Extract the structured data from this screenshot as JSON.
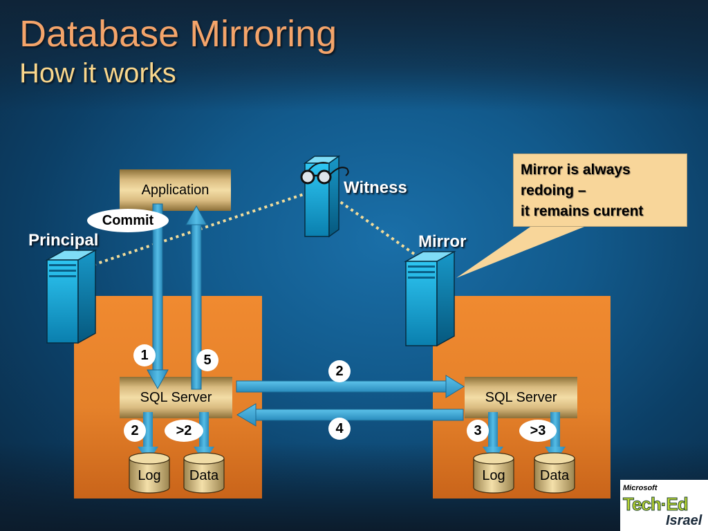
{
  "slide": {
    "title": "Database Mirroring",
    "subtitle": "How it works"
  },
  "nodes": {
    "application": "Application",
    "witness": "Witness",
    "principal": "Principal",
    "mirror": "Mirror",
    "sql_server_left": "SQL Server",
    "sql_server_right": "SQL Server",
    "log_left": "Log",
    "data_left": "Data",
    "log_right": "Log",
    "data_right": "Data"
  },
  "commit_label": "Commit",
  "steps": {
    "step1": "1",
    "step5": "5",
    "step2_left_log": "2",
    "step2_left_data": ">2",
    "step2_transfer": "2",
    "step4_transfer": "4",
    "step3_right_log": "3",
    "step3_right_data": ">3"
  },
  "callout": {
    "line1": "Mirror is always",
    "line2": "redoing –",
    "line3": "it remains current"
  },
  "logo": {
    "vendor": "Microsoft",
    "event": "Tech·Ed",
    "region": "Israel"
  },
  "colors": {
    "title": "#f4a46a",
    "subtitle": "#f8d68c",
    "orange_panel": "#ec852c",
    "arrow": "#3ea3d3",
    "server": "#1fb0e0",
    "callout": "#f8d69a"
  }
}
